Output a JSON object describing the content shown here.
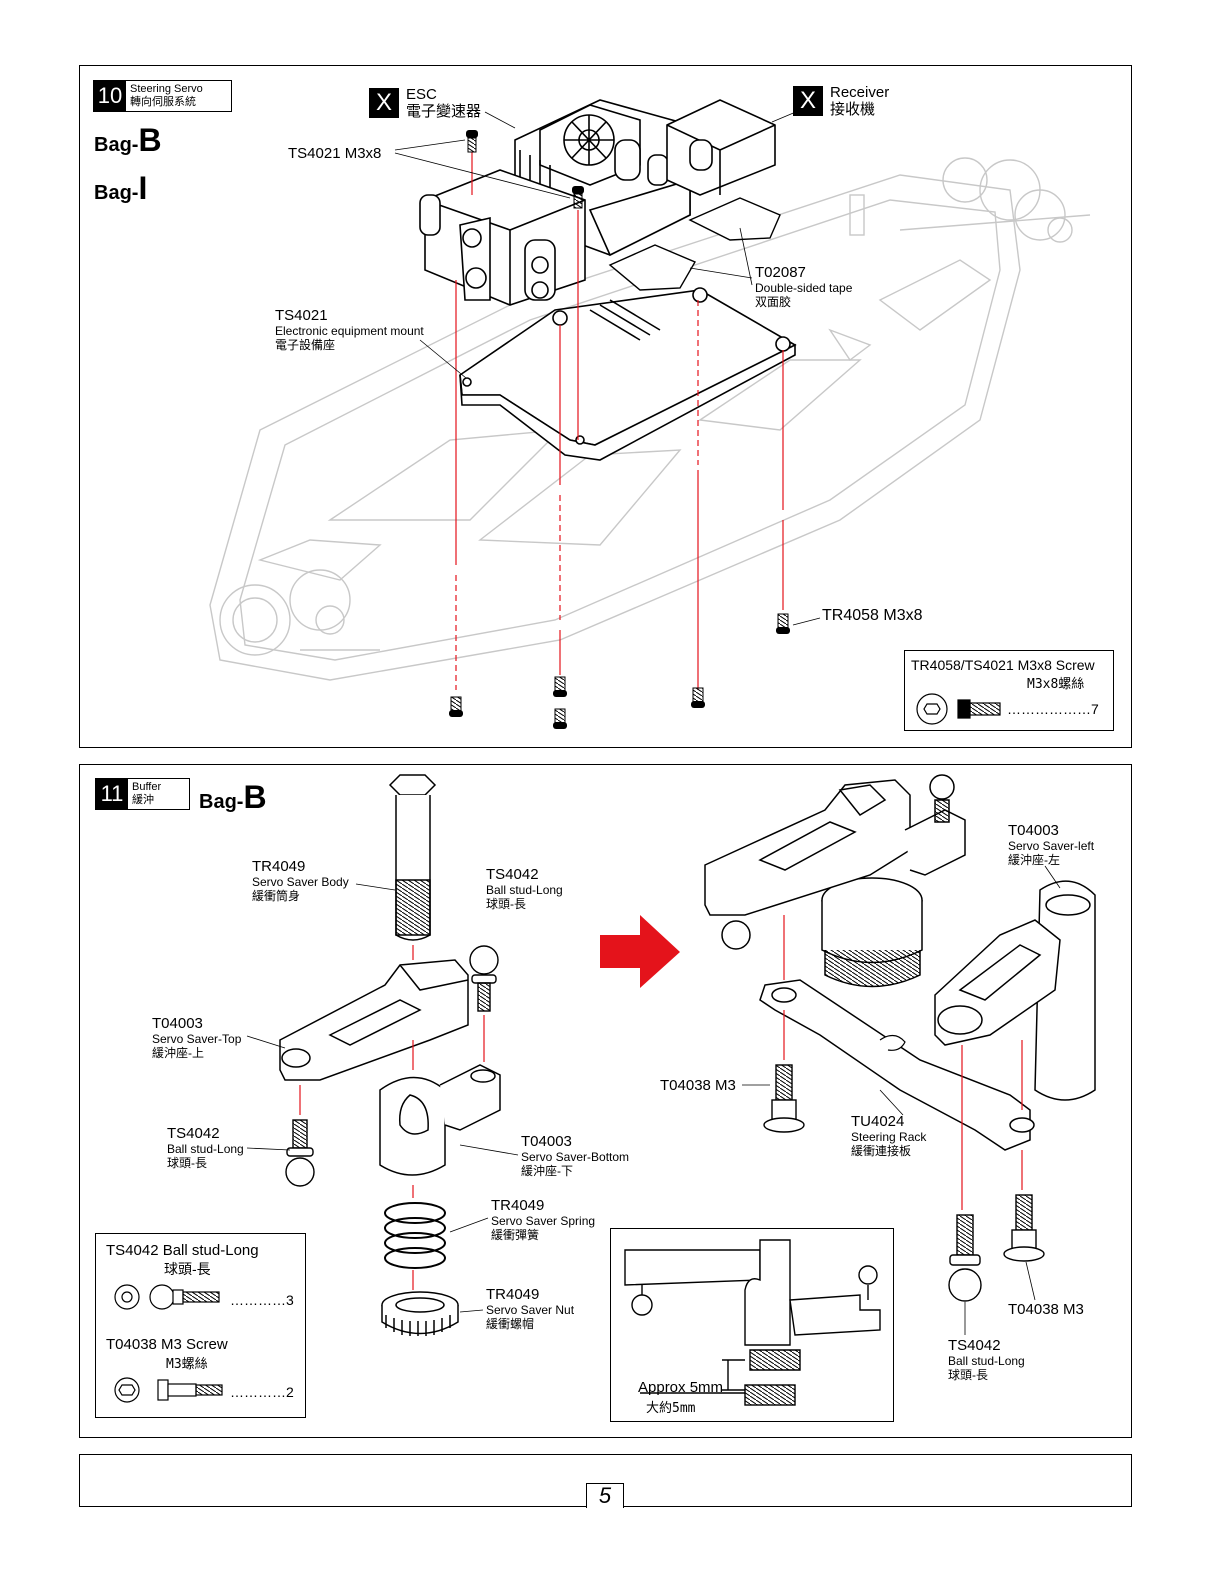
{
  "step10": {
    "number": "10",
    "title_en": "Steering Servo",
    "title_zh": "轉向伺服系統",
    "bags": [
      "B",
      "I"
    ],
    "bag_prefix": "Bag-",
    "esc": {
      "badge": "X",
      "en": "ESC",
      "zh": "電子變速器"
    },
    "receiver": {
      "badge": "X",
      "en": "Receiver",
      "zh": "接收機"
    },
    "screw_top_label": "TS4021 M3x8",
    "mount": {
      "code": "TS4021",
      "en": "Electronic equipment mount",
      "zh": "電子設備座"
    },
    "tape": {
      "code": "T02087",
      "en": "Double-sided tape",
      "zh": "双面胶"
    },
    "screw_bottom_label": "TR4058  M3x8",
    "legend": {
      "title": "TR4058/TS4021 M3x8 Screw",
      "title_zh": "M3x8螺絲",
      "qty": "7"
    }
  },
  "step11": {
    "number": "11",
    "title_en": "Buffer",
    "title_zh": "緩沖",
    "bag": "B",
    "bag_prefix": "Bag-",
    "parts": [
      {
        "code": "TR4049",
        "en": "Servo Saver Body",
        "zh": "緩衝筒身"
      },
      {
        "code": "TS4042",
        "en": "Ball stud-Long",
        "zh": "球頭-長"
      },
      {
        "code": "T04003",
        "en": "Servo Saver-Top",
        "zh": "緩沖座-上"
      },
      {
        "code": "TS4042",
        "en": "Ball stud-Long",
        "zh": "球頭-長"
      },
      {
        "code": "T04003",
        "en": "Servo Saver-Bottom",
        "zh": "緩沖座-下"
      },
      {
        "code": "TR4049",
        "en": "Servo Saver Spring",
        "zh": "緩衝彈簧"
      },
      {
        "code": "TR4049",
        "en": "Servo Saver Nut",
        "zh": "緩衝螺帽"
      }
    ],
    "right_parts": [
      {
        "code": "T04003",
        "en": "Servo Saver-left",
        "zh": "緩沖座-左"
      },
      {
        "code": "T04038 M3",
        "en": "",
        "zh": ""
      },
      {
        "code": "TU4024",
        "en": "Steering Rack",
        "zh": "緩衝連接板"
      },
      {
        "code": "T04038  M3",
        "en": "",
        "zh": ""
      },
      {
        "code": "TS4042",
        "en": "Ball stud-Long",
        "zh": "球頭-長"
      }
    ],
    "legend": [
      {
        "title": "TS4042 Ball stud-Long",
        "title_zh": "球頭-長",
        "qty": "3"
      },
      {
        "title": "T04038  M3 Screw",
        "title_zh": "M3螺絲",
        "qty": "2"
      }
    ],
    "inset": {
      "en": "Approx 5mm",
      "zh": "大約5mm"
    }
  },
  "page_number": "5",
  "colors": {
    "arrow": "#e4131b",
    "guide_line": "#e4131b",
    "ink": "#000000",
    "ghost": "#c8c8c8"
  }
}
